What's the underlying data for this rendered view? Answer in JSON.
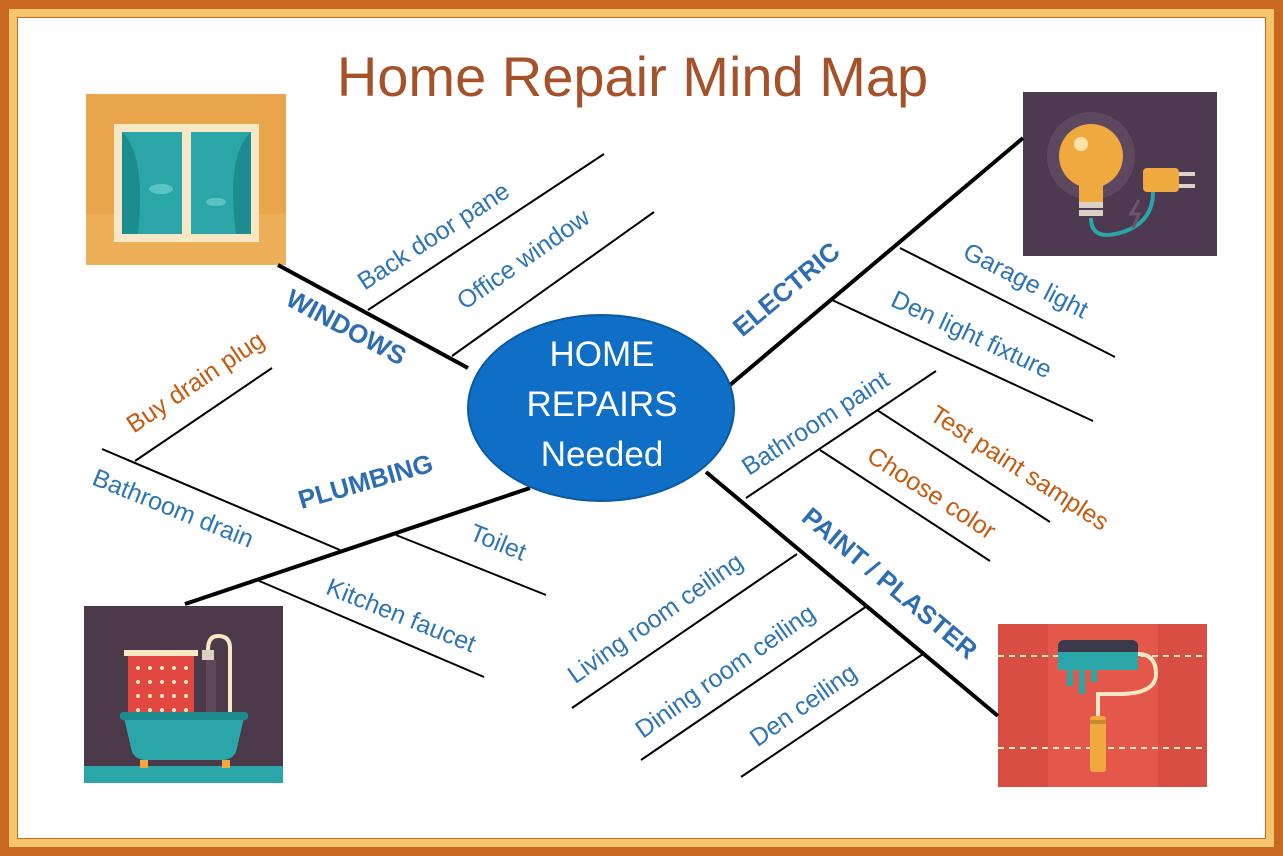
{
  "title": "Home Repair Mind Map",
  "center": {
    "lines": [
      "HOME",
      "REPAIRS",
      "Needed"
    ]
  },
  "branches": {
    "windows": {
      "label": "WINDOWS",
      "items": [
        "Back door pane",
        "Office window"
      ]
    },
    "electric": {
      "label": "ELECTRIC",
      "items": [
        "Garage light",
        "Den light fixture"
      ]
    },
    "plumbing": {
      "label": "PLUMBING",
      "items": [
        "Buy drain plug",
        "Bathroom drain",
        "Toilet",
        "Kitchen faucet"
      ]
    },
    "paint": {
      "label": "PAINT / PLASTER",
      "items": [
        "Bathroom paint",
        "Test paint samples",
        "Choose color",
        "Living room ceiling",
        "Dining room ceiling",
        "Den ceiling"
      ]
    }
  },
  "colors": {
    "frame_outer": "#C8671E",
    "frame_inner": "#F6C46B",
    "title": "#A5522B",
    "branch_label": "#2E6DB4",
    "item_blue": "#2E75B6",
    "item_orange": "#C55A11",
    "center_fill": "#0F6FC6"
  },
  "icons": [
    "window-icon",
    "light-bulb-plug-icon",
    "bathtub-icon",
    "paint-roller-icon"
  ]
}
